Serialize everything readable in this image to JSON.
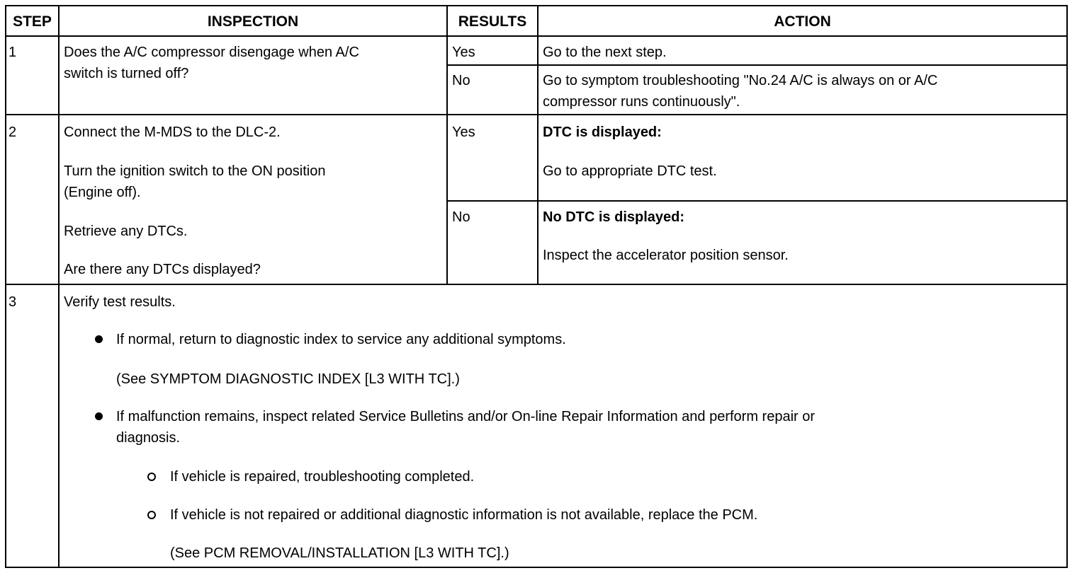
{
  "headers": {
    "step": "STEP",
    "inspection": "INSPECTION",
    "results": "RESULTS",
    "action": "ACTION"
  },
  "rows": [
    {
      "step": "1",
      "inspection": [
        "Does the A/C compressor disengage when A/C",
        "switch is turned off?"
      ],
      "outcomes": [
        {
          "result": "Yes",
          "action": [
            "Go to the next step."
          ]
        },
        {
          "result": "No",
          "action": [
            "Go to symptom troubleshooting \"No.24 A/C is always on or A/C",
            "compressor runs continuously\"."
          ]
        }
      ]
    },
    {
      "step": "2",
      "inspection": [
        "Connect the M-MDS to the DLC-2.",
        "Turn the ignition switch to the ON position",
        "(Engine off).",
        "Retrieve any DTCs.",
        "Are there any DTCs displayed?"
      ],
      "outcomes": [
        {
          "result": "Yes",
          "action_title": "DTC is displayed:",
          "action": [
            "Go to appropriate DTC test."
          ]
        },
        {
          "result": "No",
          "action_title": "No DTC is displayed:",
          "action": [
            "Inspect the accelerator position sensor."
          ]
        }
      ]
    },
    {
      "step": "3",
      "text": "Verify test results.",
      "bullets": [
        {
          "text": [
            "If normal, return to diagnostic index to service any additional symptoms."
          ],
          "ref": "(See SYMPTOM DIAGNOSTIC INDEX [L3 WITH TC].)"
        },
        {
          "text": [
            "If malfunction remains, inspect related Service Bulletins and/or On-line Repair Information and perform repair or",
            "diagnosis."
          ],
          "sub": [
            {
              "text": "If vehicle is repaired, troubleshooting completed."
            },
            {
              "text": "If vehicle is not repaired or additional diagnostic information is not available, replace the PCM.",
              "ref": "(See PCM REMOVAL/INSTALLATION [L3 WITH TC].)"
            }
          ]
        }
      ]
    }
  ]
}
